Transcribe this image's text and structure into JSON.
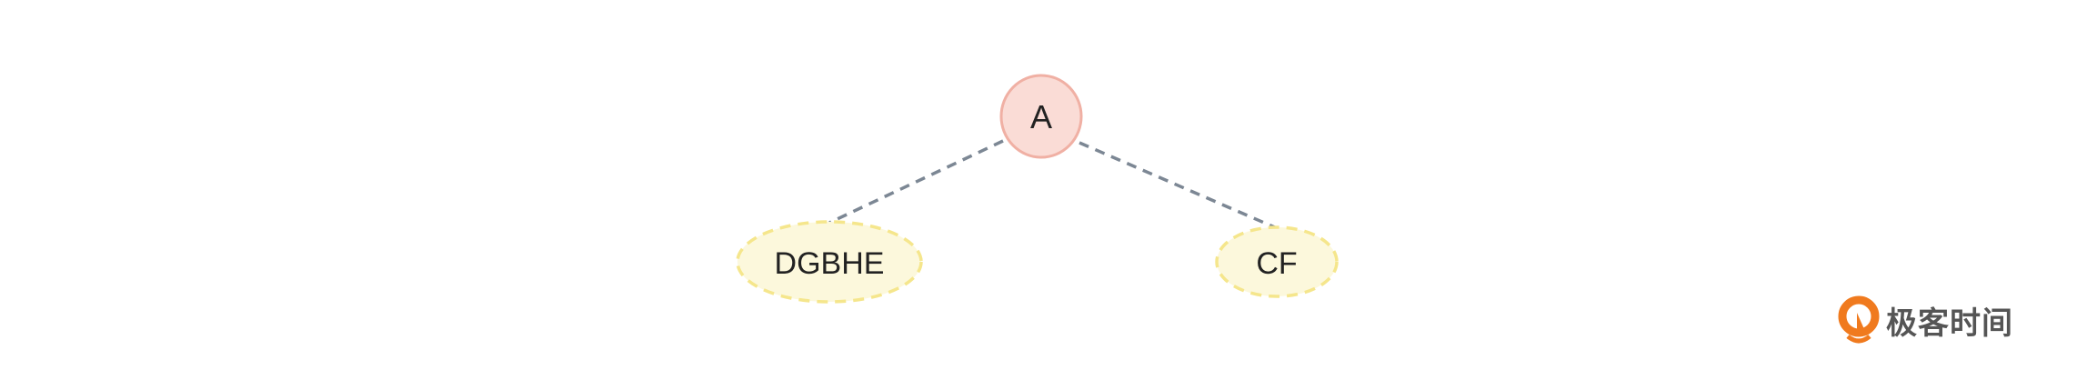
{
  "nodes": {
    "root": {
      "label": "A"
    },
    "left": {
      "label": "DGBHE"
    },
    "right": {
      "label": "CF"
    }
  },
  "colors": {
    "root_fill": "#fadcd6",
    "root_stroke": "#f0b0a4",
    "leaf_fill": "#fcf8dc",
    "leaf_stroke": "#f5e68c",
    "edge": "#7c8794",
    "text": "#222222",
    "logo": "#f07a1e"
  },
  "logo": {
    "text": "极客时间"
  }
}
